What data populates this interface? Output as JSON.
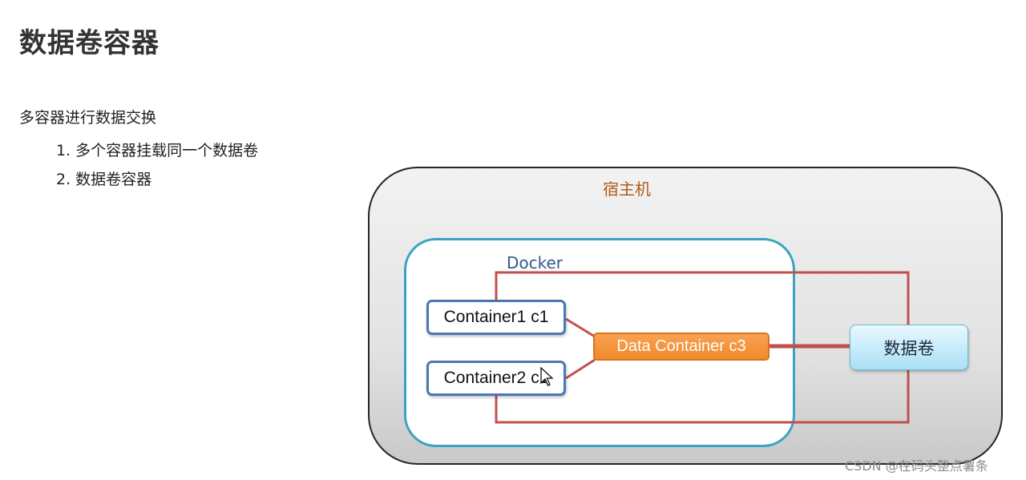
{
  "slide": {
    "title": "数据卷容器",
    "intro": "多容器进行数据交换",
    "list_items": [
      "1. 多个容器挂载同一个数据卷",
      "2. 数据卷容器"
    ]
  },
  "diagram": {
    "host_label": "宿主机",
    "docker_label": "Docker",
    "container1": "Container1 c1",
    "container2": "Container2 c1",
    "data_container": "Data Container c3",
    "volume": "数据卷"
  },
  "colors": {
    "wire": "#c0504d",
    "docker_border": "#3aa3c2",
    "container_border": "#4a77b4",
    "data_container_fill": "#f39433",
    "host_label": "#b35a16"
  },
  "watermark": "CSDN @在码头整点薯条"
}
